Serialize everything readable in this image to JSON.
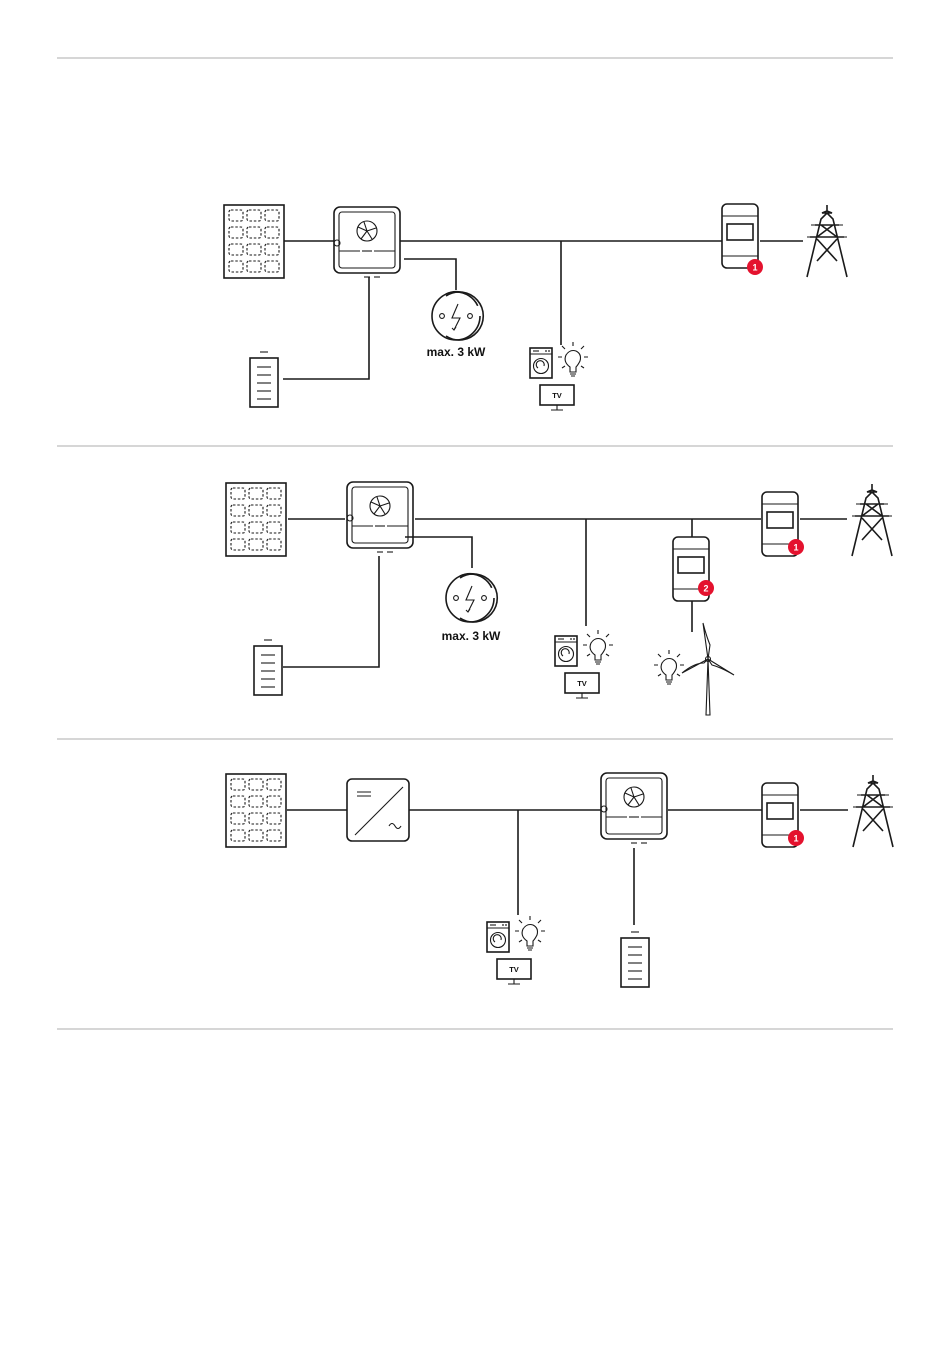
{
  "diagrams": [
    {
      "id": "1",
      "ev_charger_label": "max. 3 kW",
      "meter_badges": [
        "1"
      ],
      "tv_label": "TV"
    },
    {
      "id": "2",
      "ev_charger_label": "max. 3 kW",
      "meter_badges": [
        "1",
        "2"
      ],
      "tv_label": "TV"
    },
    {
      "id": "3",
      "meter_badges": [
        "1"
      ],
      "tv_label": "TV"
    }
  ],
  "colors": {
    "accent": "#e4122e",
    "line": "#1a1a1a",
    "separator": "#c8c8c8"
  },
  "icons": [
    "solar-panel-icon",
    "hybrid-inverter-icon",
    "battery-icon",
    "ev-charger-icon",
    "washing-machine-icon",
    "light-bulb-icon",
    "tv-icon",
    "energy-meter-icon",
    "power-pylon-icon",
    "wind-turbine-icon",
    "pv-inverter-icon"
  ]
}
